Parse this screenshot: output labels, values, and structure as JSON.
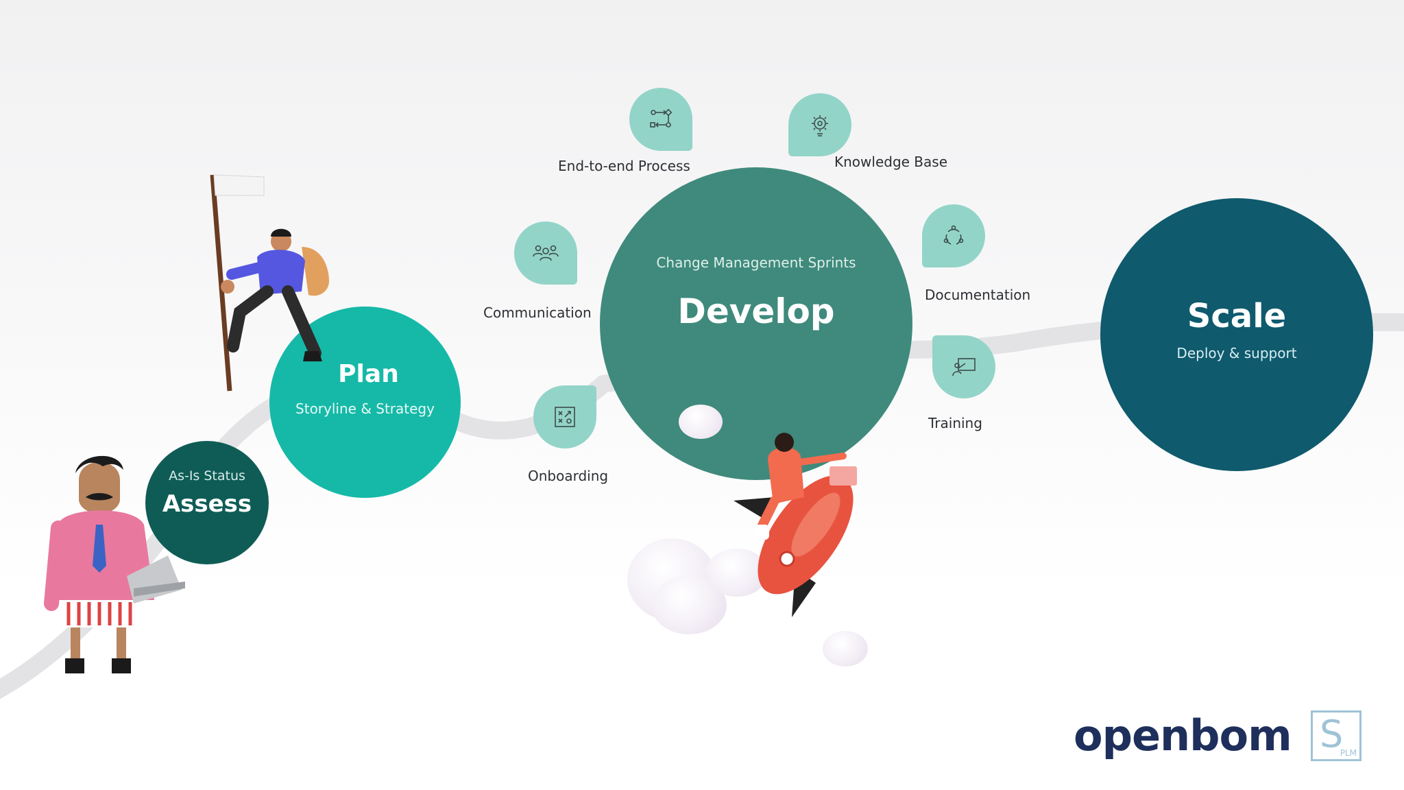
{
  "stages": {
    "assess": {
      "subtitle": "As-Is Status",
      "title": "Assess"
    },
    "plan": {
      "title": "Plan",
      "subtitle": "Storyline & Strategy"
    },
    "develop": {
      "subtitle": "Change Management Sprints",
      "title": "Develop"
    },
    "scale": {
      "title": "Scale",
      "subtitle": "Deploy & support"
    }
  },
  "topics": [
    {
      "label": "End-to-end Process",
      "icon": "process-flow-icon"
    },
    {
      "label": "Knowledge Base",
      "icon": "lightbulb-gear-icon"
    },
    {
      "label": "Communication",
      "icon": "people-group-icon"
    },
    {
      "label": "Documentation",
      "icon": "cycle-icon"
    },
    {
      "label": "Onboarding",
      "icon": "strategy-board-icon"
    },
    {
      "label": "Training",
      "icon": "presentation-icon"
    }
  ],
  "colors": {
    "assess": "#0f5c56",
    "plan": "#16b9a7",
    "develop": "#3f8a7c",
    "scale": "#0f5a6d",
    "bubble": "#93d4c8",
    "brand_navy": "#1e2f5c"
  },
  "branding": {
    "logo_text": "openbom",
    "badge_letter": "S",
    "badge_caption": "PLM"
  }
}
